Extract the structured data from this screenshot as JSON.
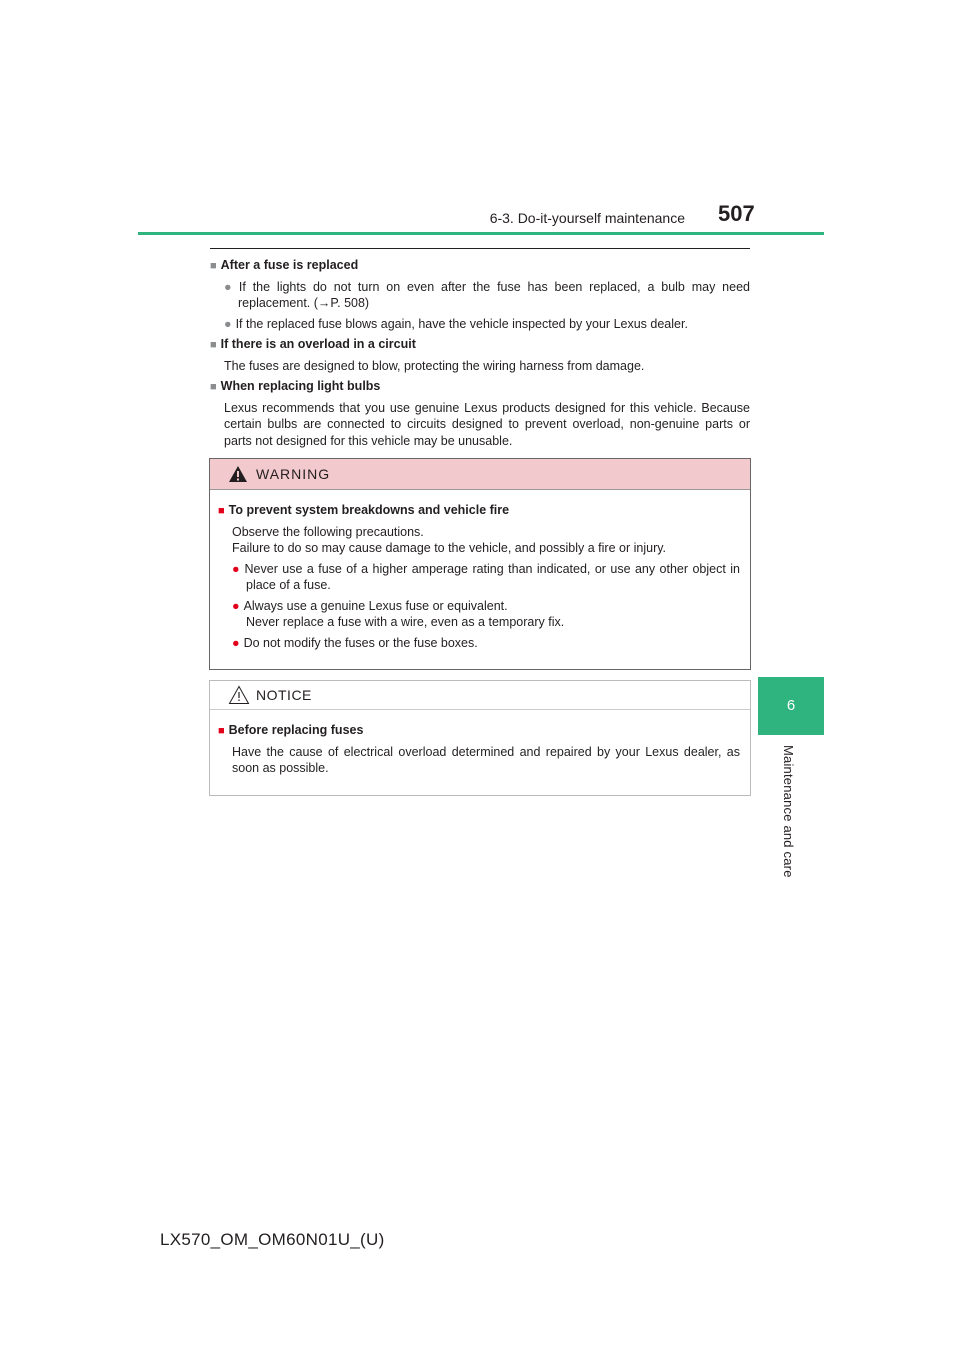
{
  "header": {
    "section": "6-3. Do-it-yourself maintenance",
    "page_number": "507"
  },
  "side_tab": {
    "number": "6",
    "label": "Maintenance and care"
  },
  "content": {
    "fuse_replaced": {
      "title": "After a fuse is replaced",
      "bullet1": "If the lights do not turn on even after the fuse has been replaced, a bulb may need replacement. (→P. 508)",
      "bullet2": "If the replaced fuse blows again, have the vehicle inspected by your Lexus dealer."
    },
    "overload": {
      "title": "If there is an overload in a circuit",
      "text": "The fuses are designed to blow, protecting the wiring harness from damage."
    },
    "bulbs": {
      "title": "When replacing light bulbs",
      "text": "Lexus recommends that you use genuine Lexus products designed for this vehicle. Because certain bulbs are connected to circuits designed to prevent overload, non-genuine parts or parts not designed for this vehicle may be unusable."
    }
  },
  "warning": {
    "label": "WARNING",
    "title": "To prevent system breakdowns and vehicle fire",
    "line1": "Observe the following precautions.",
    "line2": "Failure to do so may cause damage to the vehicle, and possibly a fire or injury.",
    "bullet1": "Never use a fuse of a higher amperage rating than indicated, or use any other object in place of a fuse.",
    "bullet2a": "Always use a genuine Lexus fuse or equivalent.",
    "bullet2b": "Never replace a fuse with a wire, even as a temporary fix.",
    "bullet3": "Do not modify the fuses or the fuse boxes."
  },
  "notice": {
    "label": "NOTICE",
    "title": "Before replacing fuses",
    "text": "Have the cause of electrical overload determined and repaired by your Lexus dealer, as soon as possible."
  },
  "footer": {
    "code": "LX570_OM_OM60N01U_(U)"
  },
  "colors": {
    "accent": "#2fb37f",
    "warning_bg": "#f2c9cc",
    "bullet_red": "#e3001b"
  }
}
